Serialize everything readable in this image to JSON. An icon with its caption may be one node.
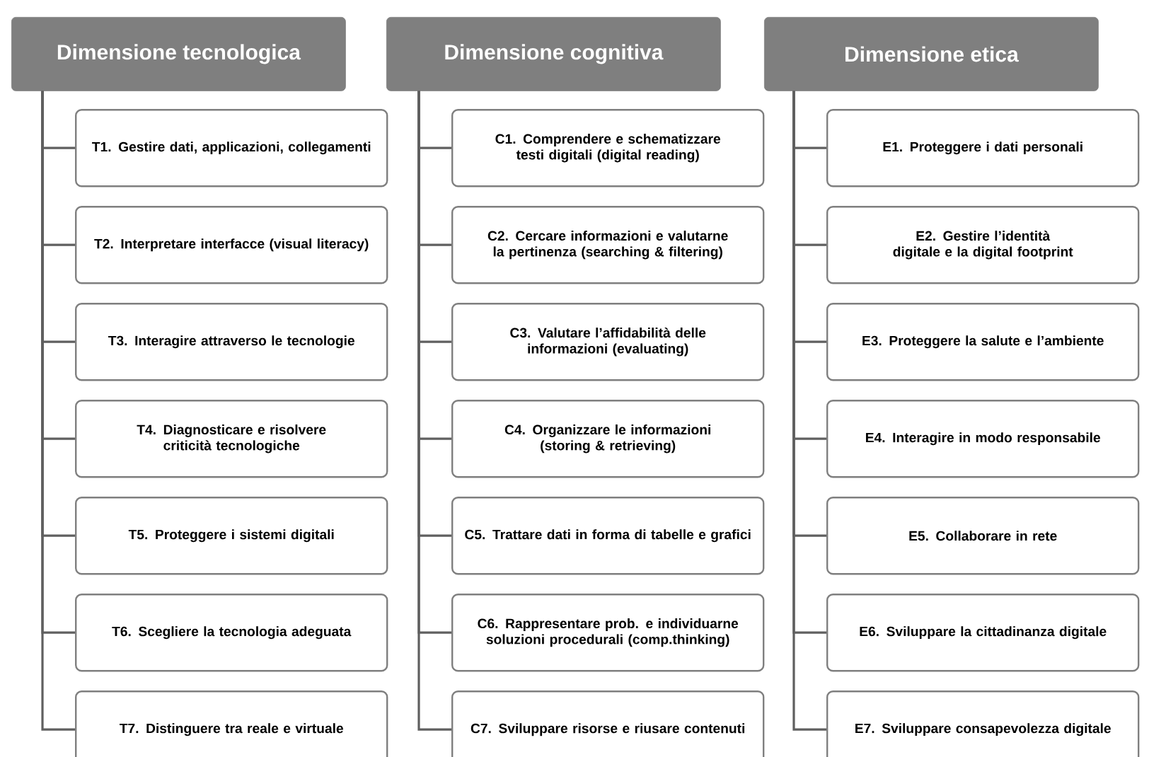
{
  "diagram": {
    "nodes": [
      {
        "text": [
          "Dimensione tecnologica"
        ]
      },
      {
        "text": [
          "T1. Gestire dati, applicazioni, collegamenti"
        ]
      },
      {
        "text": [
          "T2. Interpretare interfacce (visual literacy)"
        ]
      },
      {
        "text": [
          "T3. Interagire attraverso le tecnologie"
        ]
      },
      {
        "text": [
          "T4. Diagnosticare e risolvere criticità tecnologiche"
        ]
      },
      {
        "text": [
          "T5. Proteggere i sistemi digitali"
        ]
      },
      {
        "text": [
          "T6. Scegliere la tecnologia adeguata"
        ]
      },
      {
        "text": [
          "T7. Distinguere tra reale e virtuale"
        ]
      },
      {
        "text": [
          "Dimensione cognitiva"
        ]
      },
      {
        "text": [
          "C1. Comprendere e schematizzare testi digitali (digital reading)"
        ]
      },
      {
        "text": [
          "C2. Cercare informazioni e valutarne la pertinenza (searching & filtering)"
        ]
      },
      {
        "text": [
          "C3. Valutare l’affidabilità delle informazioni (evaluating)"
        ]
      },
      {
        "text": [
          "C4. Organizzare le informazioni (storing & retrieving)"
        ]
      },
      {
        "text": [
          "C5. Trattare dati in forma di tabelle e grafici"
        ]
      },
      {
        "text": [
          "C6. Rappresentare prob. e individuarne soluzioni procedurali (comp.thinking)"
        ]
      },
      {
        "text": [
          "C7. Sviluppare risorse e riusare contenuti"
        ]
      },
      {
        "text": [
          "Dimensione etica"
        ]
      },
      {
        "text": [
          "E1. Proteggere i dati personali"
        ]
      },
      {
        "text": [
          "E2. Gestire l’identità digitale e la digital footprint"
        ]
      },
      {
        "text": [
          "E3. Proteggere la salute e l’ambiente"
        ]
      },
      {
        "text": [
          "E4. Interagire in modo responsabile"
        ]
      },
      {
        "text": [
          "E5. Collaborare in rete"
        ]
      },
      {
        "text": [
          "E6. Sviluppare la cittadinanza digitale"
        ]
      },
      {
        "text": [
          "E7. Sviluppare consapevolezza digitale"
        ]
      }
    ],
    "edges": [
      {
        "from": 0,
        "to": 1,
        "arrow": "none"
      },
      {
        "from": 0,
        "to": 2,
        "arrow": "none"
      },
      {
        "from": 0,
        "to": 3,
        "arrow": "none"
      },
      {
        "from": 0,
        "to": 4,
        "arrow": "none"
      },
      {
        "from": 0,
        "to": 5,
        "arrow": "none"
      },
      {
        "from": 0,
        "to": 6,
        "arrow": "none"
      },
      {
        "from": 0,
        "to": 7,
        "arrow": "none"
      },
      {
        "from": 8,
        "to": 9,
        "arrow": "none"
      },
      {
        "from": 8,
        "to": 10,
        "arrow": "none"
      },
      {
        "from": 8,
        "to": 11,
        "arrow": "none"
      },
      {
        "from": 8,
        "to": 12,
        "arrow": "none"
      },
      {
        "from": 8,
        "to": 13,
        "arrow": "none"
      },
      {
        "from": 8,
        "to": 14,
        "arrow": "none"
      },
      {
        "from": 8,
        "to": 15,
        "arrow": "none"
      },
      {
        "from": 16,
        "to": 17,
        "arrow": "none"
      },
      {
        "from": 16,
        "to": 18,
        "arrow": "none"
      },
      {
        "from": 16,
        "to": 19,
        "arrow": "none"
      },
      {
        "from": 16,
        "to": 20,
        "arrow": "none"
      },
      {
        "from": 16,
        "to": 21,
        "arrow": "none"
      },
      {
        "from": 16,
        "to": 22,
        "arrow": "none"
      },
      {
        "from": 16,
        "to": 23,
        "arrow": "none"
      }
    ]
  }
}
